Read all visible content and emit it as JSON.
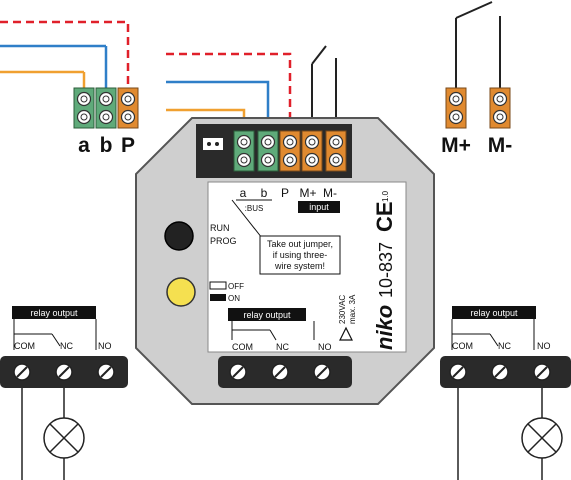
{
  "wiring": {
    "bus_labels": {
      "a": "a",
      "b": "b",
      "p": "P"
    },
    "motor_labels": {
      "m_plus": "M+",
      "m_minus": "M-"
    },
    "colors": {
      "bus_a": "#f0a030",
      "bus_b": "#2f7fc8",
      "power": "#e0202a",
      "wire": "#222222",
      "terminal_green": "#5faa7a",
      "terminal_orange": "#e08a30"
    }
  },
  "module": {
    "label_a": "a",
    "label_b": "b",
    "label_bus": ":BUS",
    "label_p": "P",
    "label_mplus": "M+",
    "label_mminus": "M-",
    "label_input": "input",
    "label_run": "RUN",
    "label_prog": "PROG",
    "jumper_note_1": "Take out jumper,",
    "jumper_note_2": "if using three-",
    "jumper_note_3": "wire system!",
    "switch_off": "OFF",
    "switch_on": "ON",
    "relay_title": "relay output",
    "com": "COM",
    "nc": "NC",
    "no": "NO",
    "voltage": "230VAC",
    "current": "max. 3A",
    "brand": "niko",
    "model": "10-837",
    "ce": "CE",
    "revision": "1.0",
    "colors": {
      "body": "#cfcfcf",
      "dark": "#2a2a2a",
      "led": "#f5e050"
    }
  },
  "left_relay": {
    "title": "relay output",
    "com": "COM",
    "nc": "NC",
    "no": "NO"
  },
  "right_relay": {
    "title": "relay output",
    "com": "COM",
    "nc": "NC",
    "no": "NO"
  }
}
